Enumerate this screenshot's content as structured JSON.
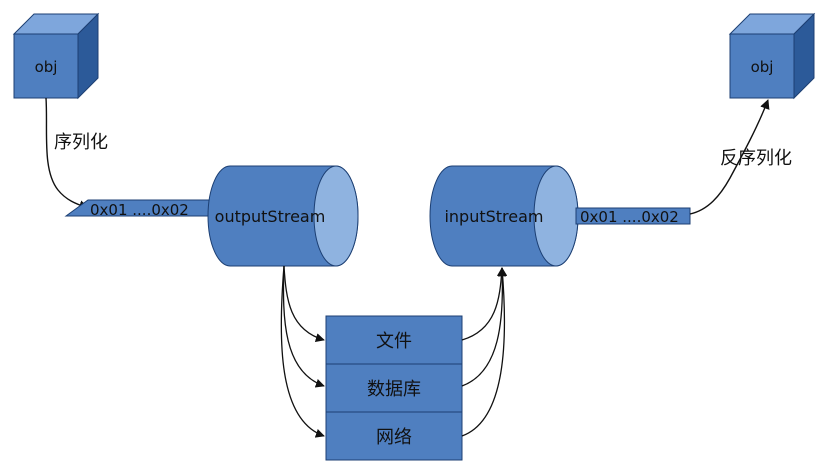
{
  "objects": {
    "source": "obj",
    "target": "obj"
  },
  "labels": {
    "serialize": "序列化",
    "deserialize": "反序列化"
  },
  "bytes": {
    "left": "0x01 ....0x02",
    "right": "0x01 ....0x02"
  },
  "streams": {
    "output": "outputStream",
    "input": "inputStream"
  },
  "storage": {
    "items": [
      "文件",
      "数据库",
      "网络"
    ]
  },
  "colors": {
    "box_face": "#4f7fc0",
    "box_top": "#7ea6dc",
    "box_side": "#2c5a99",
    "cylinder_body": "#4f7fc0",
    "cylinder_end": "#8fb3e0",
    "outline": "#1c3f73",
    "line": "#111111"
  }
}
